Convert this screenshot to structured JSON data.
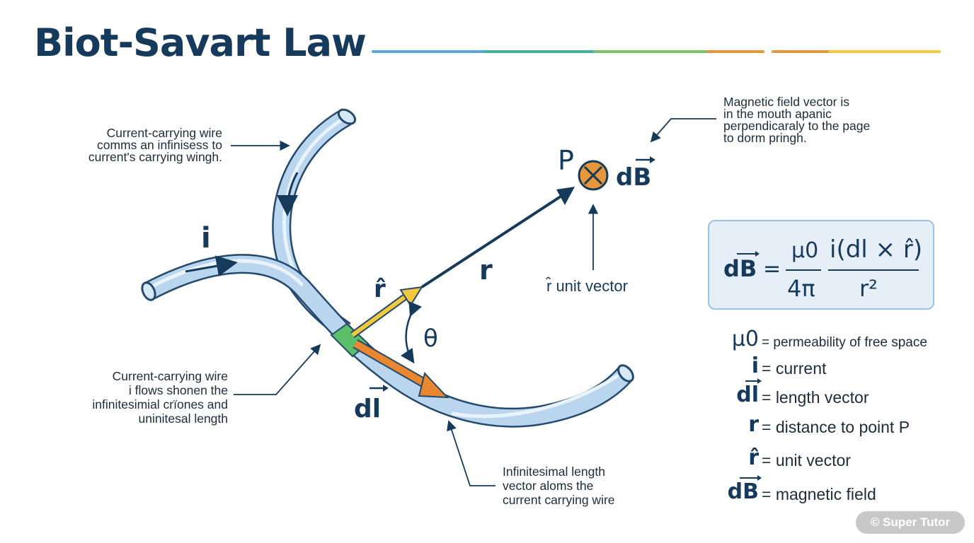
{
  "title": "Biot-Savart Law",
  "header_rule_colors": [
    "#5aa8d8",
    "#3bb3a0",
    "#7cc36b",
    "#e8963a",
    "#f0c93f"
  ],
  "labels": {
    "current": "i",
    "point": "P",
    "field": "dB",
    "r_distance": "r",
    "r_hat": "r̂",
    "theta": "θ",
    "dl": "dl",
    "unit_vector": "r̂ unit vector"
  },
  "notes": {
    "wire": "Current-carrying wire\ncomms an infinisess to\ncurrent's carrying wingh.",
    "field": "Magnetic field vector is\nin the mouth apanic\nperpendicaraly to the page\nto dorm pringh.",
    "element": "Current-carrying wire\ni flows shonen the\ninfinitesimial crïones and\nuninitesal length",
    "dl_vector": "Infinitesimal length\nvector aloms the\ncurrent carrying wire"
  },
  "formula": {
    "lhs": "dB",
    "equals": "=",
    "mu": "μ0",
    "four_pi": "4π",
    "numerator": "i(dl × r̂)",
    "denominator": "r²"
  },
  "legend": [
    {
      "symbol": "μ0",
      "text": "= permeability of free space"
    },
    {
      "symbol": "i",
      "text": "= current"
    },
    {
      "symbol": "dl",
      "text": "= length vector"
    },
    {
      "symbol": "r",
      "text": "= distance to point P"
    },
    {
      "symbol": "r̂",
      "text": "= unit vector"
    },
    {
      "symbol": "dB",
      "text": "= magnetic field"
    }
  ],
  "watermark": "© Super Tutor",
  "colors": {
    "navy": "#163a5c",
    "wire_fill": "#b9d6ee",
    "wire_stroke": "#24496c",
    "current_element": "#5cbd6b",
    "dl_arrow": "#e8872f",
    "r_hat_arrow": "#f1c93c",
    "field_symbol": "#e8963a",
    "formula_bg": "#e6eff8"
  },
  "icons": {
    "field_into_page": "circle-with-x",
    "current_direction": "arrow"
  }
}
